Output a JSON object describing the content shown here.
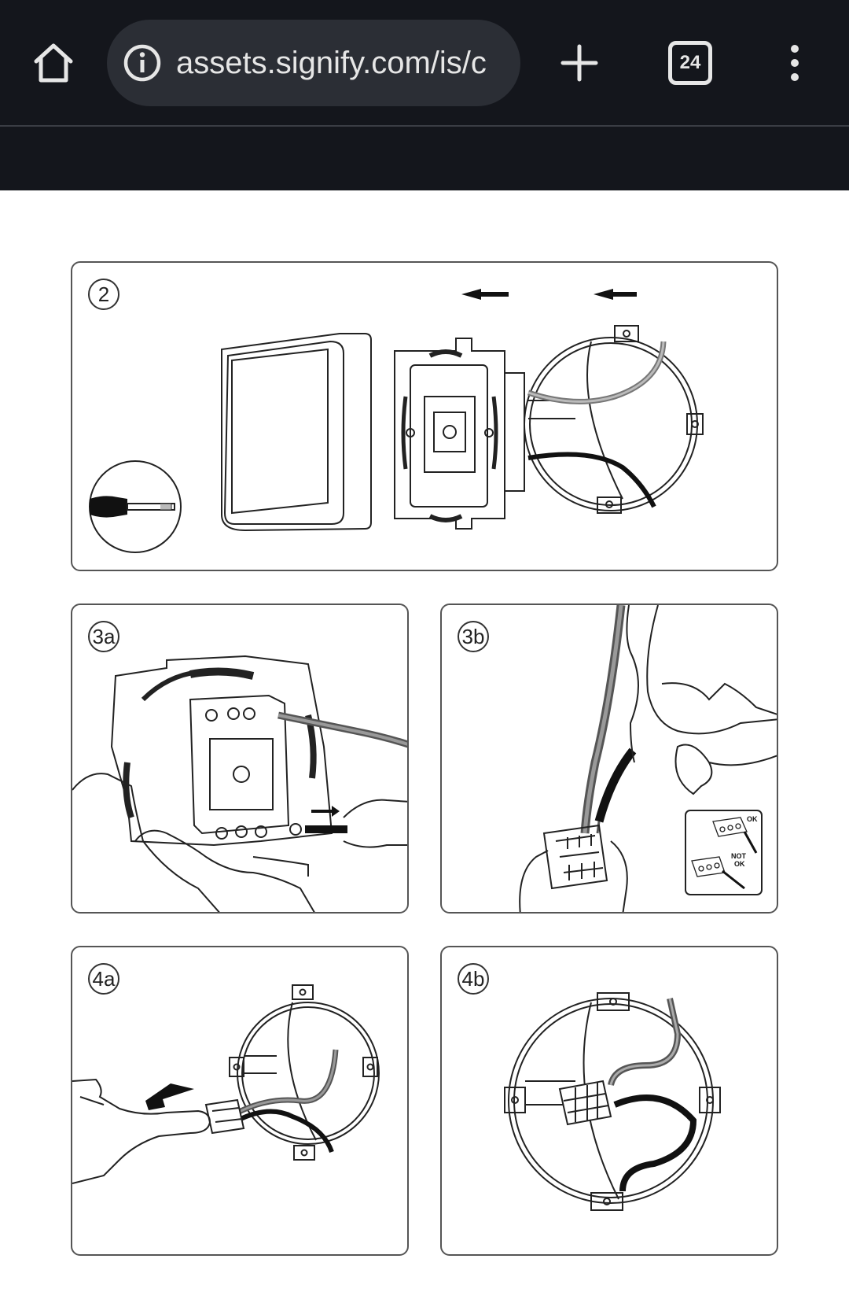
{
  "browser": {
    "url": "assets.signify.com/is/c",
    "tab_count": "24",
    "icons": {
      "home": "home-icon",
      "info": "info-icon",
      "new_tab": "plus-icon",
      "tabs": "tab-switcher-icon",
      "menu": "more-vert-icon"
    },
    "colors": {
      "toolbar_bg": "#14161c",
      "url_pill_bg": "#2b2e35",
      "icon": "#e6e6e6"
    }
  },
  "steps": [
    {
      "id": "2",
      "label": "2"
    },
    {
      "id": "3a",
      "label": "3a"
    },
    {
      "id": "3b",
      "label": "3b"
    },
    {
      "id": "4a",
      "label": "4a"
    },
    {
      "id": "4b",
      "label": "4b"
    }
  ],
  "inset_3b": {
    "ok_label": "OK",
    "not_ok_line1": "NOT",
    "not_ok_line2": "OK"
  }
}
